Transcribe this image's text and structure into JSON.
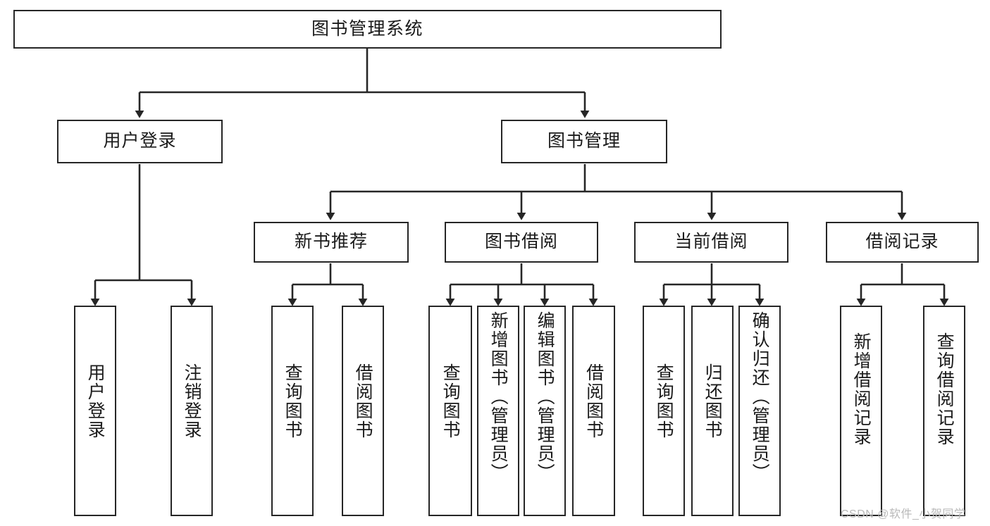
{
  "diagram": {
    "type": "tree-hierarchy-chart",
    "title": "图书管理系统",
    "stroke_color": "#262626",
    "fill_color": "#ffffff",
    "text_color": "#1a1a1a"
  },
  "root": {
    "label": "图书管理系统"
  },
  "level2": [
    {
      "label": "用户登录"
    },
    {
      "label": "图书管理"
    }
  ],
  "level3": [
    {
      "label": "新书推荐"
    },
    {
      "label": "图书借阅"
    },
    {
      "label": "当前借阅"
    },
    {
      "label": "借阅记录"
    }
  ],
  "leaves": {
    "user_login": [
      {
        "label": "用户登录"
      },
      {
        "label": "注销登录"
      }
    ],
    "new_book_recommend": [
      {
        "label": "查询图书"
      },
      {
        "label": "借阅图书"
      }
    ],
    "book_borrow": [
      {
        "label": "查询图书"
      },
      {
        "label": "新增图书（管理员）"
      },
      {
        "label": "编辑图书（管理员）"
      },
      {
        "label": "借阅图书"
      }
    ],
    "current_borrow": [
      {
        "label": "查询图书"
      },
      {
        "label": "归还图书"
      },
      {
        "label": "确认归还（管理员）"
      }
    ],
    "borrow_record": [
      {
        "label": "新增借阅记录"
      },
      {
        "label": "查询借阅记录"
      }
    ]
  },
  "watermark": {
    "text": "CSDN @软件_小贺同学"
  }
}
